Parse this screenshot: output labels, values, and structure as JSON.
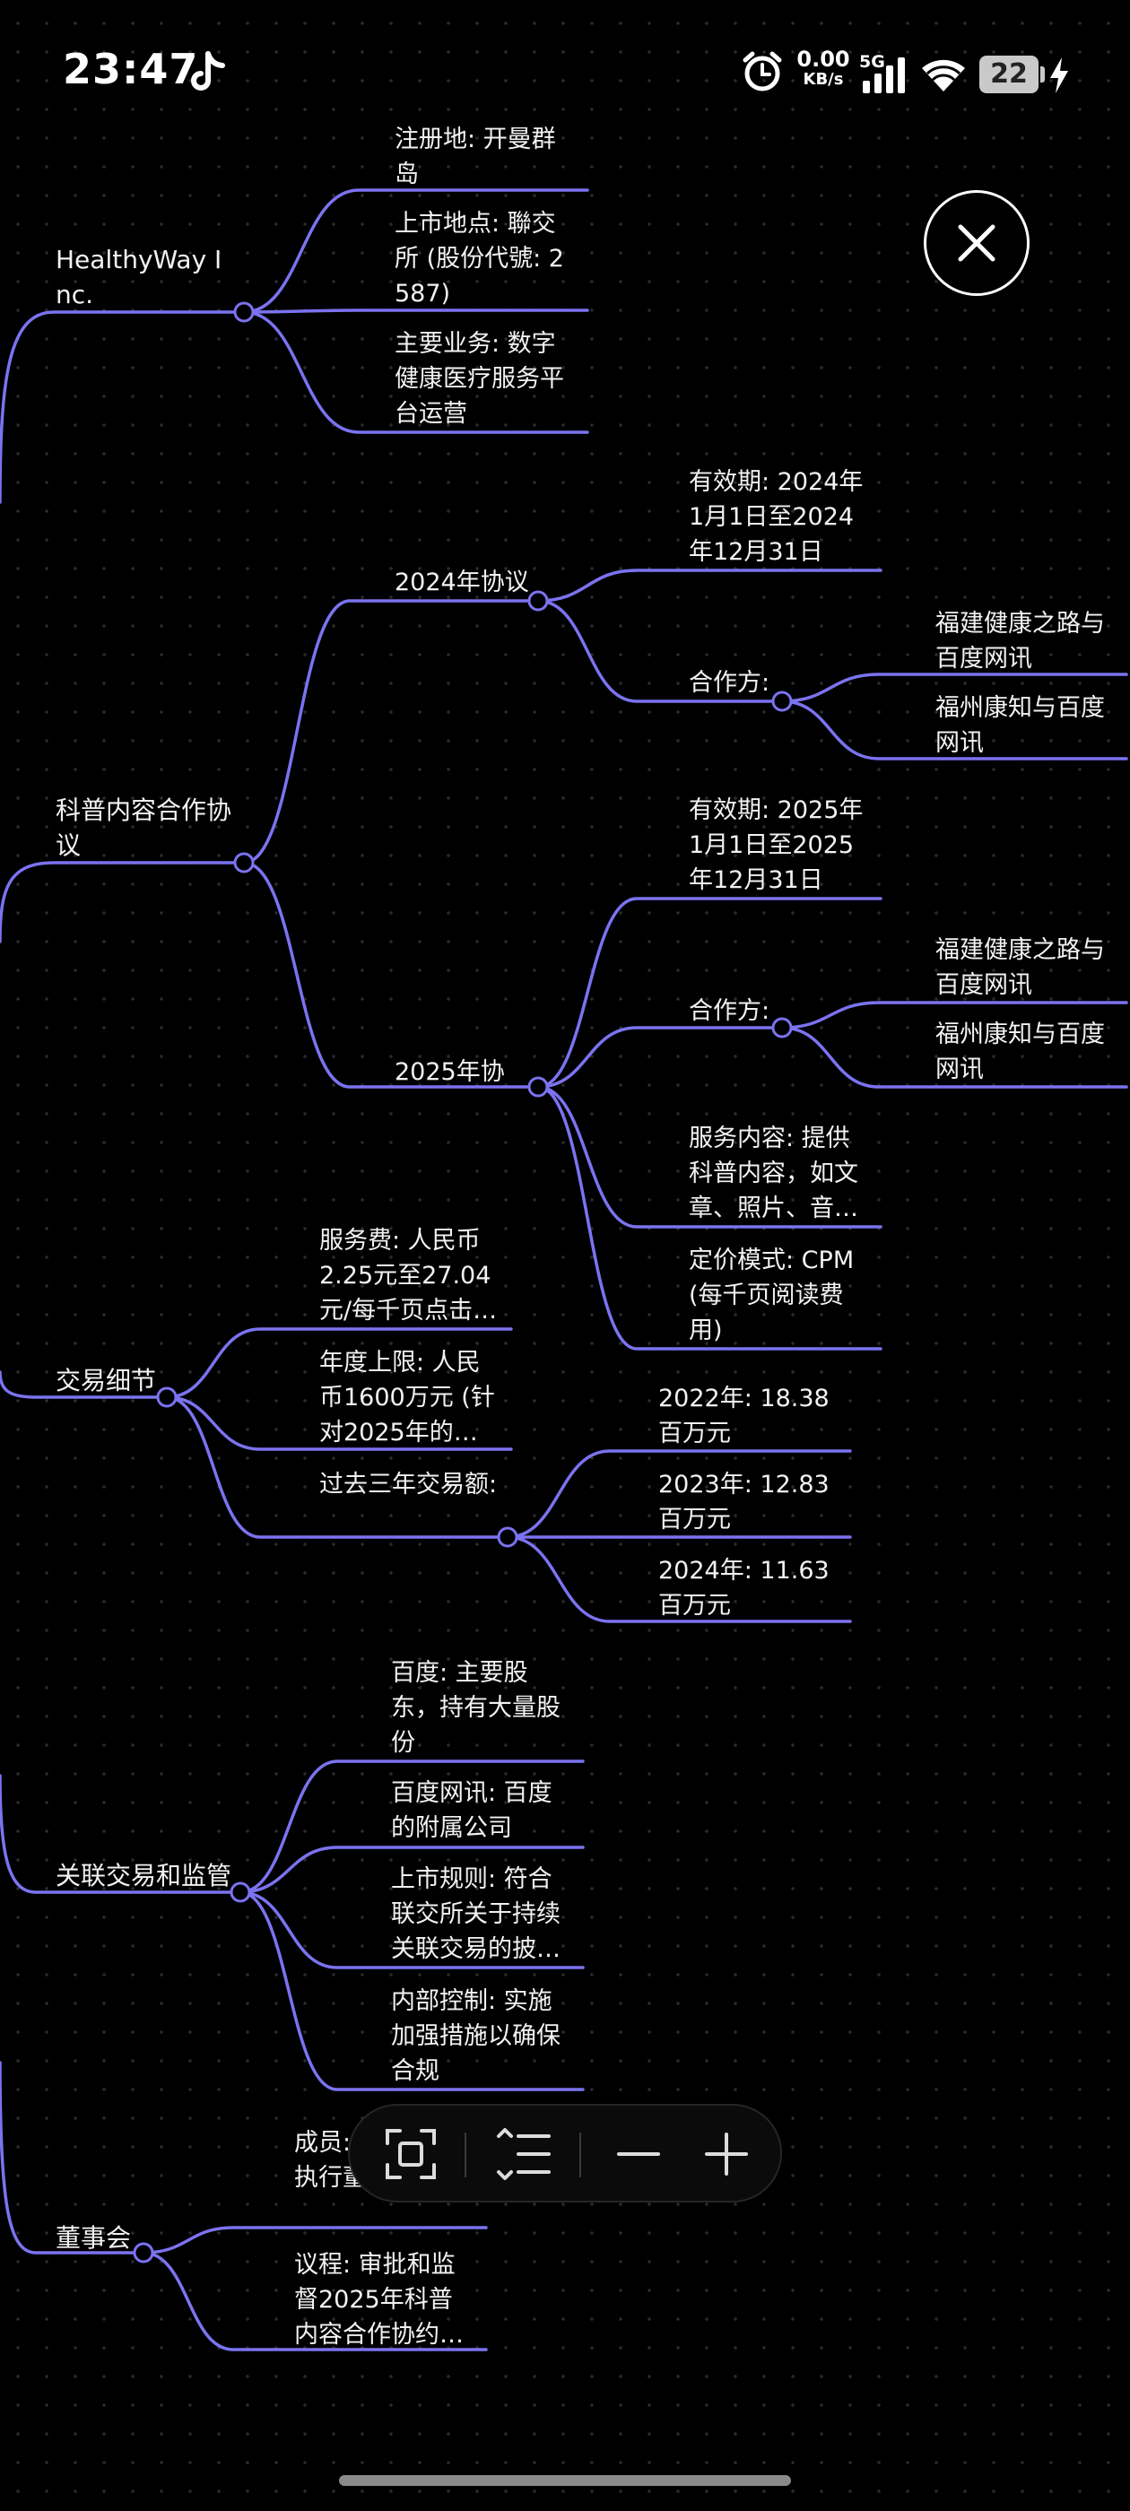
{
  "status_bar": {
    "time": "23:47",
    "app_icon": "tiktok-icon",
    "alarm_icon": "alarm-clock-icon",
    "net_speed_value": "0.00",
    "net_speed_unit": "KB/s",
    "network_type": "5G",
    "signal_icon": "cellular-signal-icon",
    "wifi_icon": "wifi-icon",
    "battery_level": "22",
    "charging_icon": "charging-bolt-icon"
  },
  "mindmap": {
    "theme": {
      "line_color": "#7b73f0",
      "node_fill": "#000000",
      "text_color": "#f2f2f2"
    },
    "nodes": {
      "healthyway": "HealthyWay Inc.",
      "reg_place": "注册地: 开曼群岛",
      "listing_place": "上市地点: 聯交所 (股份代號: 2587)",
      "main_business": "主要业务: 数字健康医疗服务平台运营",
      "kepu_agreement": "科普内容合作协议",
      "agr2024": "2024年协议",
      "agr2024_validity": "有效期: 2024年1月1日至2024年12月31日",
      "agr2024_partners": "合作方:",
      "agr2024_partner1": "福建健康之路与百度网讯",
      "agr2024_partner2": "福州康知与百度网讯",
      "agr2025": "2025年协",
      "agr2025_validity": "有效期: 2025年1月1日至2025年12月31日",
      "agr2025_partners": "合作方:",
      "agr2025_partner1": "福建健康之路与百度网讯",
      "agr2025_partner2": "福州康知与百度网讯",
      "agr2025_service": "服务内容: 提供科普内容，如文章、照片、音频…",
      "agr2025_pricing": "定价模式: CPM (每千页阅读费用)",
      "trade_details": "交易细节",
      "service_fee": "服务费: 人民币2.25元至27.04元/每千页点击…",
      "annual_cap": "年度上限: 人民币1600万元 (针对2025年的…",
      "past3years": "过去三年交易额:",
      "y2022": "2022年: 18.38百万元",
      "y2023": "2023年: 12.83百万元",
      "y2024": "2024年: 11.63百万元",
      "related_tx": "关联交易和监管",
      "baidu": "百度: 主要股东，持有大量股份",
      "baidu_netcom": "百度网讯: 百度的附属公司",
      "listing_rules": "上市规则: 符合联交所关于持续关联交易的披露…",
      "internal_control": "内部控制: 实施加强措施以确保合规",
      "board": "董事会",
      "members": "成员: 张万… 非执行董事章…",
      "agenda": "议程: 审批和监督2025年科普内容合作协约…"
    }
  },
  "close_button_icon": "close-icon",
  "toolbar": {
    "fit_icon": "fit-screen-icon",
    "outline_icon": "outline-list-icon",
    "zoom_out_icon": "zoom-out-icon",
    "zoom_in_icon": "zoom-in-icon"
  }
}
